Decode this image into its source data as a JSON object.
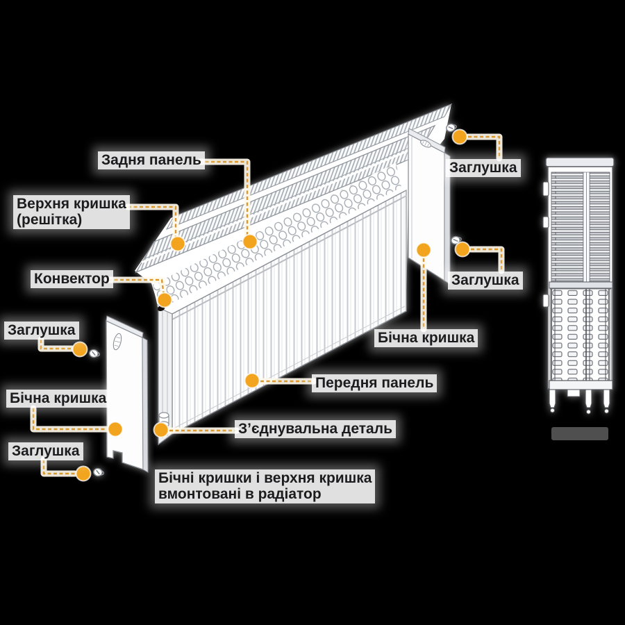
{
  "background": "#000000",
  "accent_color": "#F2A41F",
  "leader_color": "#D9992E",
  "text_color": "#1C1C1E",
  "labels": {
    "back_panel": "Задня панель",
    "top_cover_line1": "Верхня кришка",
    "top_cover_line2": "(решітка)",
    "convector": "Конвектор",
    "plug_left_top": "Заглушка",
    "side_cover_left": "Бічна кришка",
    "plug_left_bottom": "Заглушка",
    "plug_right_top": "Заглушка",
    "plug_right_mid": "Заглушка",
    "side_cover_right": "Бічна кришка",
    "front_panel": "Передня панель",
    "connector": "З’єднувальна деталь",
    "note_line1": "Бічні кришки і верхня кришка",
    "note_line2": "вмонтовані в радіатор"
  }
}
